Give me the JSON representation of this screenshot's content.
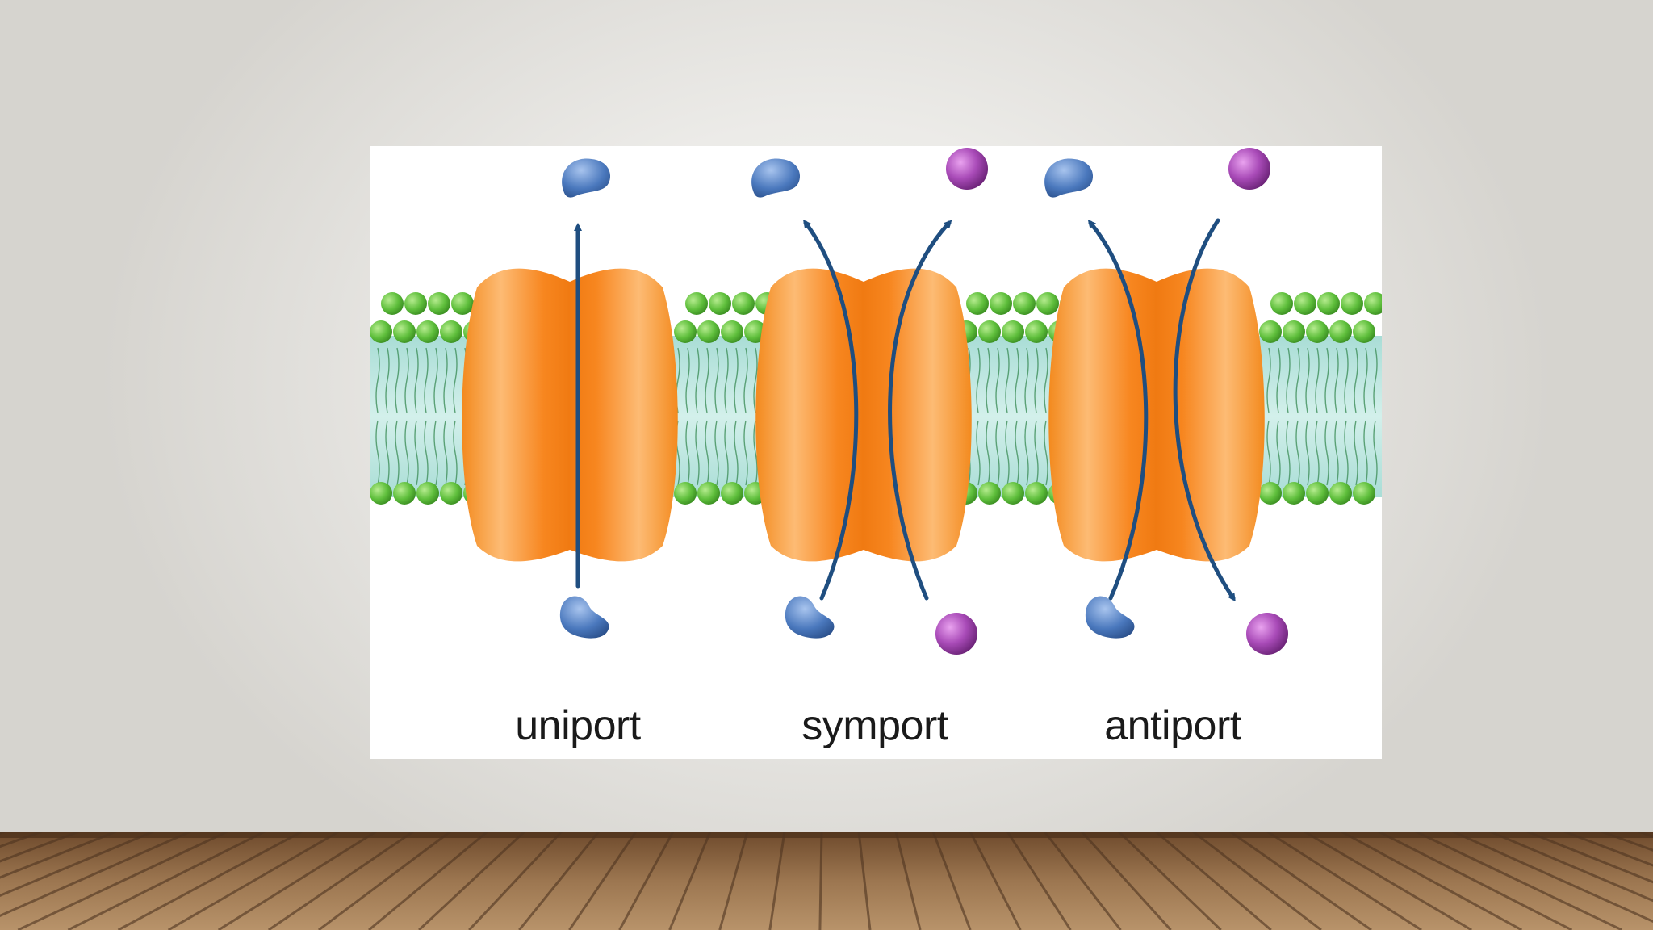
{
  "slide": {
    "background": "light gray vignette wall",
    "floor": "wooden plank floor"
  },
  "diagram": {
    "colors": {
      "protein": "#f7861f",
      "protein_highlight": "#fcb56a",
      "lipid_head": "#5fbf3c",
      "lipid_core": "#bfe6e0",
      "arrow": "#1f4e80",
      "molecule_a": "#4a78bd",
      "molecule_b": "#9b3fa8"
    },
    "transporters": [
      {
        "label": "uniport"
      },
      {
        "label": "symport"
      },
      {
        "label": "antiport"
      }
    ]
  }
}
